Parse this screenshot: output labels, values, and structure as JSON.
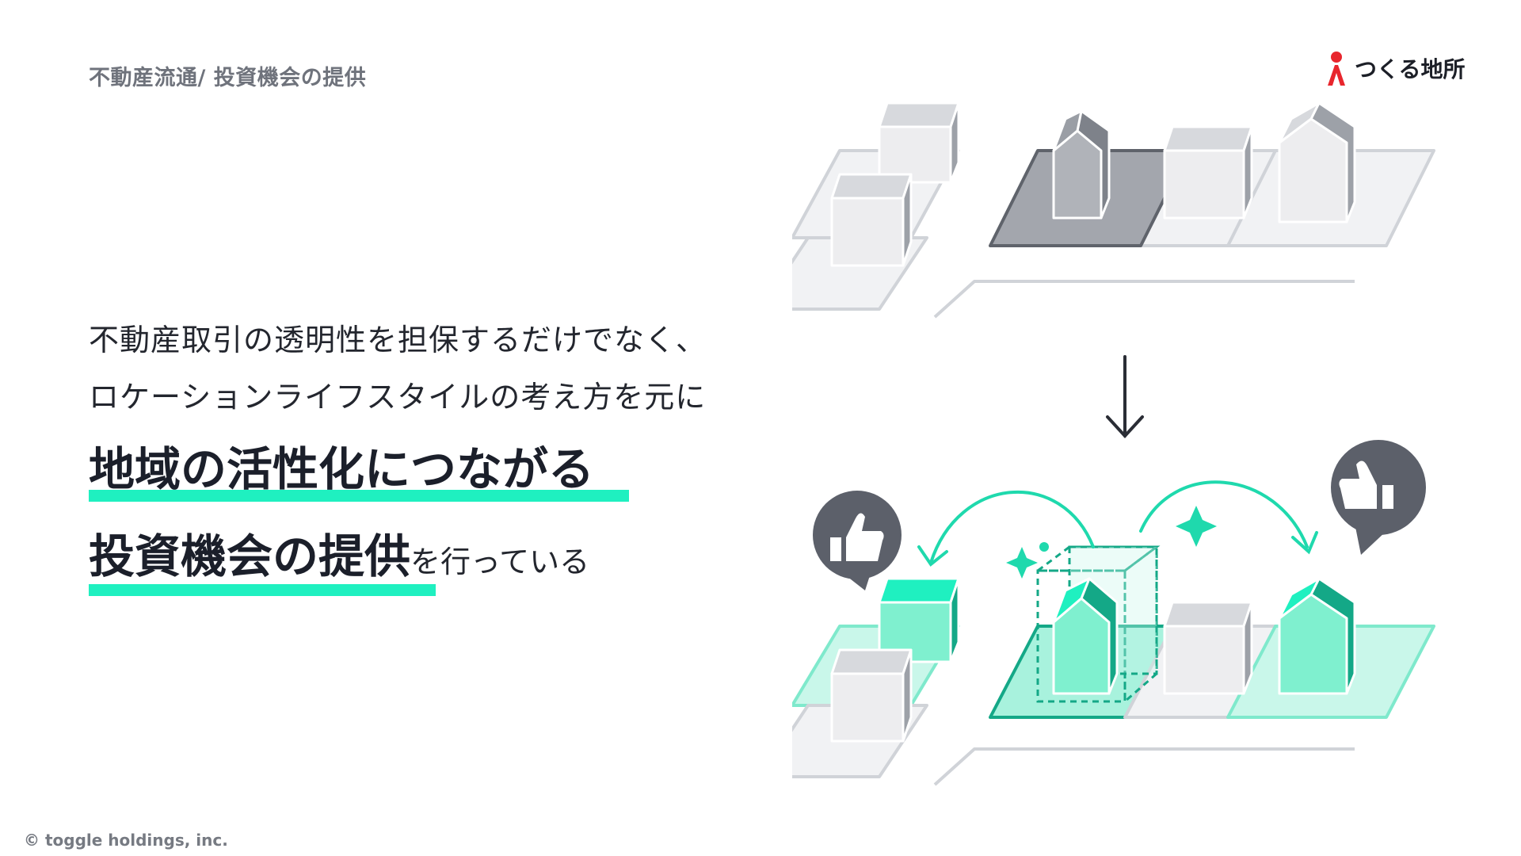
{
  "header": {
    "breadcrumb": "不動産流通/ 投資機会の提供",
    "logo_text": "つくる地所"
  },
  "body": {
    "lead_line1": "不動産取引の透明性を担保するだけでなく、",
    "lead_line2": "ロケーションライフスタイルの考え方を元に",
    "headline1": "地域の活性化につながる",
    "headline2": "投資機会の提供",
    "headline2_tail": "を行っている"
  },
  "footer": {
    "copyright": "© toggle holdings, inc."
  },
  "colors": {
    "accent": "#1ff0c0",
    "accent_dark": "#14a887",
    "logo_red": "#e8262d",
    "gray_dark": "#8e9299",
    "gray_light": "#e3e5e8"
  },
  "icons": [
    "logo-person-icon",
    "down-arrow-icon",
    "thumbs-up-icon",
    "sparkle-icon",
    "curved-arrow-icon",
    "house-icon",
    "box-building-icon"
  ]
}
